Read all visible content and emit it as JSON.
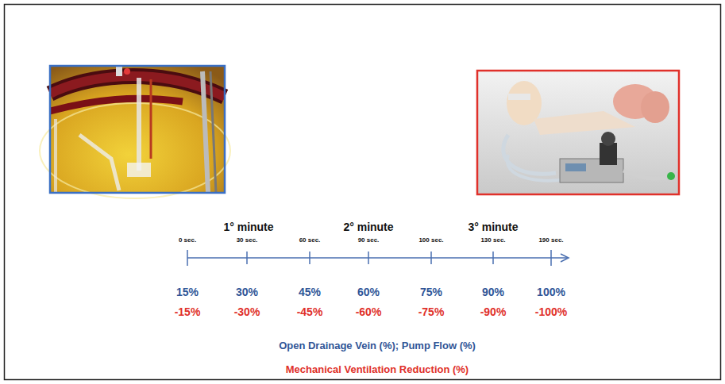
{
  "diagram": {
    "labels": [
      "1° minute",
      "2° minute",
      "3° minute",
      "0 sec.",
      "30 sec.",
      "60 sec.",
      "90 sec.",
      "100 sec.",
      "130 sec.",
      "190 sec.",
      "15%",
      "30%",
      "45%",
      "60%",
      "75%",
      "90%",
      "100%",
      "-15%",
      "-30%",
      "-45%",
      "-60%",
      "-75%",
      "-90%",
      "-100%",
      "Open Drainage Vein (%); Pump Flow (%)",
      "Mechanical Ventilation Reduction (%)"
    ]
  }
}
